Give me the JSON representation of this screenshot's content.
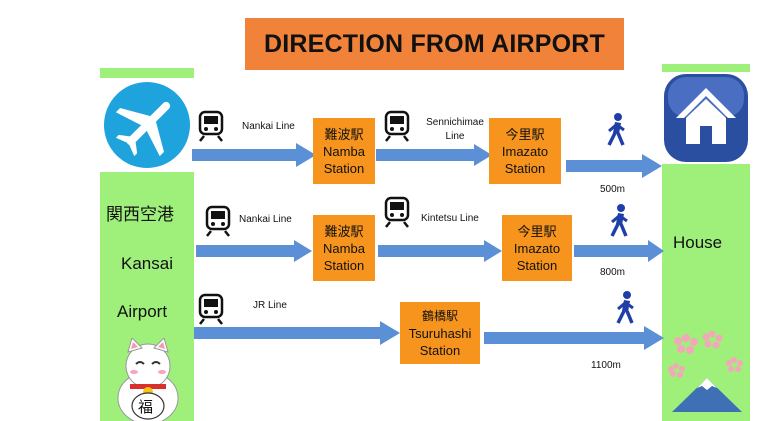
{
  "title": "DIRECTION FROM AIRPORT",
  "origin": {
    "line1": "関西空港",
    "line2": "Kansai",
    "line3": "Airport",
    "icon": "airplane-icon",
    "mascot": "maneki-neko-icon",
    "mascot_text": "福"
  },
  "destination": {
    "label": "House",
    "icon": "house-icon",
    "decor": "mount-fuji-sakura-icon"
  },
  "routes": [
    {
      "line": "Nankai  Line",
      "station1": {
        "jp": "難波駅",
        "en1": "Namba",
        "en2": "Station"
      },
      "line2": "Sennichimae Line",
      "line2_a": "Sennichimae",
      "line2_b": "Line",
      "station2": {
        "jp": "今里駅",
        "en1": "Imazato",
        "en2": "Station"
      },
      "distance": "500m"
    },
    {
      "line": "Nankai  Line",
      "station1": {
        "jp": "難波駅",
        "en1": "Namba",
        "en2": "Station"
      },
      "line2": "Kintetsu Line",
      "station2": {
        "jp": "今里駅",
        "en1": "Imazato",
        "en2": "Station"
      },
      "distance": "800m"
    },
    {
      "line": "JR Line",
      "station1": {
        "jp": "鶴橋駅",
        "en1": "Tsuruhashi",
        "en2": "Station"
      },
      "distance": "1100m"
    }
  ],
  "colors": {
    "panel_green": "#9ef07b",
    "title_orange": "#f0823a",
    "station_orange": "#f7941d",
    "arrow_blue": "#5b8fd6",
    "airplane_blue": "#1fa3dc",
    "house_blue": "#2a4fa0"
  }
}
